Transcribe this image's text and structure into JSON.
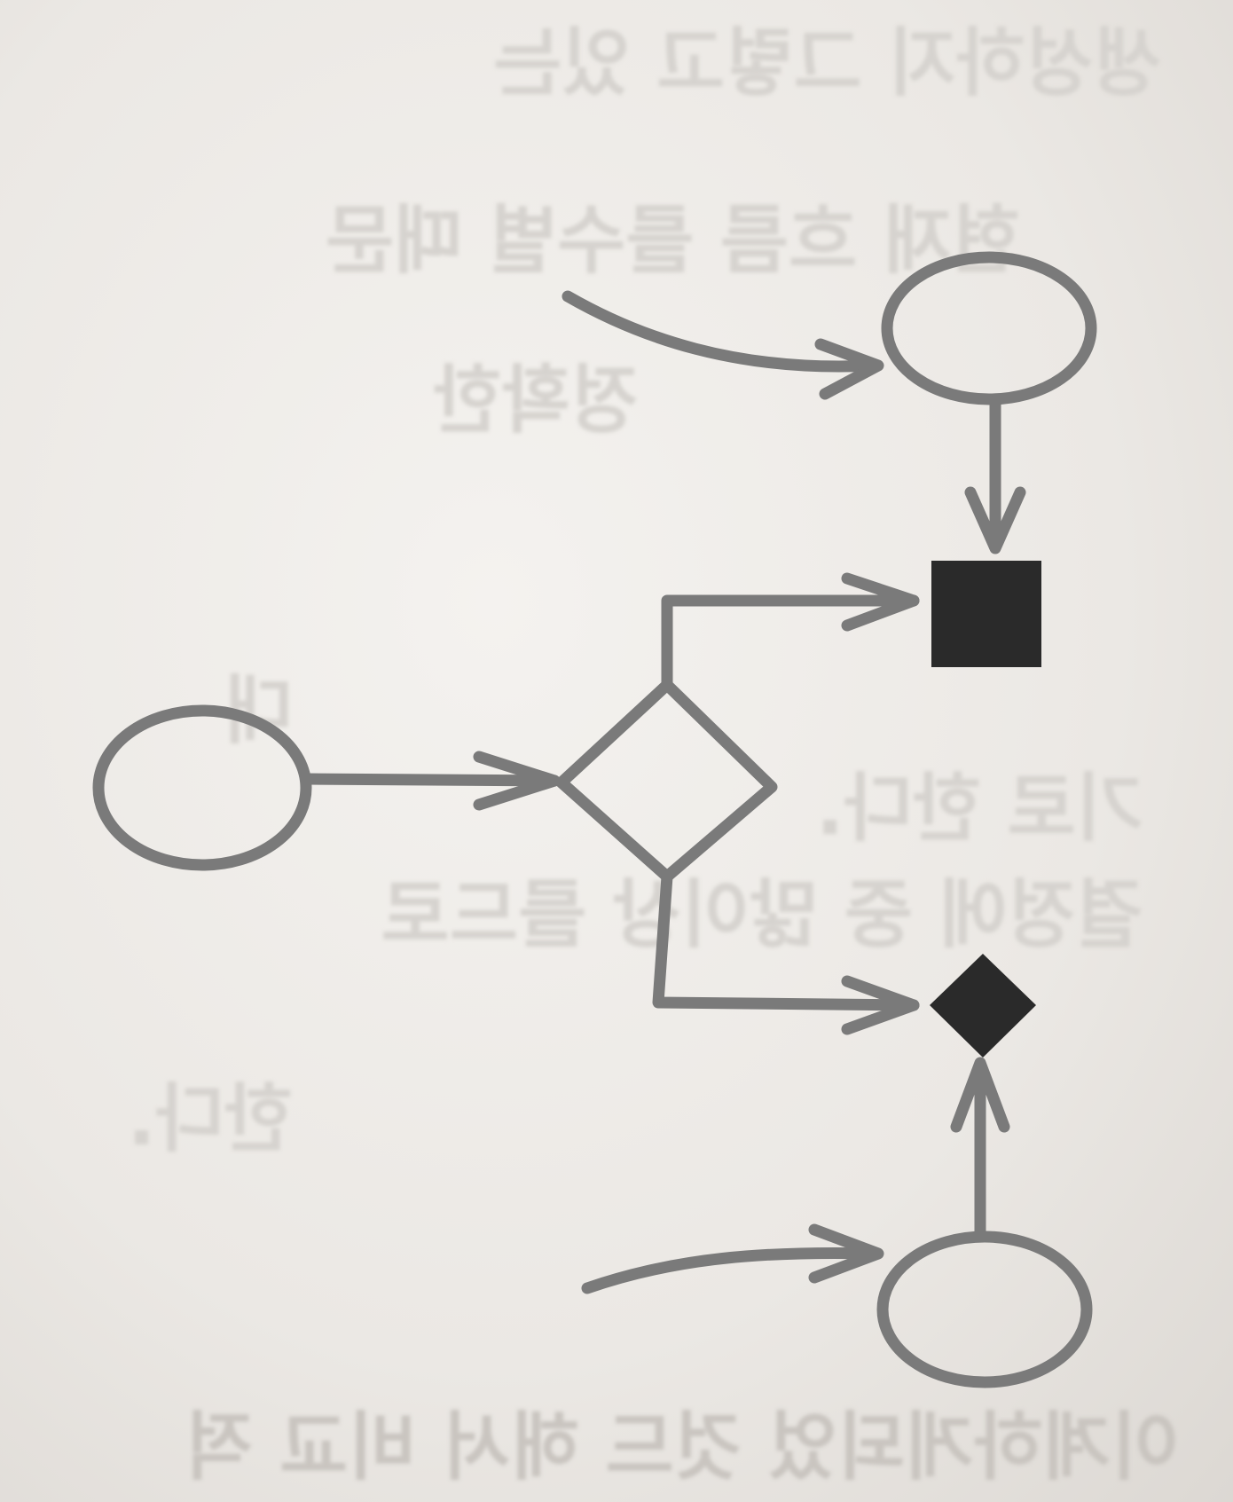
{
  "colors": {
    "stroke": "#7a7a7a",
    "fill_dark": "#2a2a2a",
    "bleed_text": "#d9d6d2",
    "background": "#efedea"
  },
  "bleed_through_text": [
    "생성하지 그렇고 있는",
    "현재 흐름 를수별 때문",
    "정확한",
    "대",
    "기로 한다.",
    "결정에 중 많이상 를드로",
    "한다.",
    "이계하게되었 것드 해서 비교 적"
  ],
  "nodes": {
    "start_top": "oval",
    "start_left": "oval",
    "start_bottom": "oval",
    "decision": "hollow-diamond",
    "end_square": "filled-square",
    "end_diamond": "filled-diamond"
  }
}
